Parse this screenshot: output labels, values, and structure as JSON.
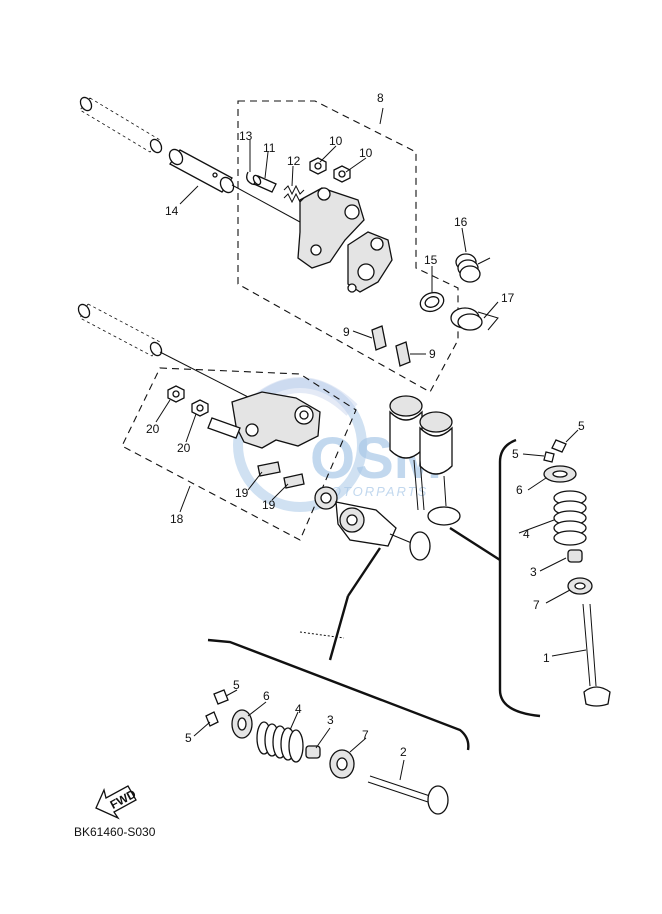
{
  "diagram": {
    "part_labels": {
      "p1": "1",
      "p2": "2",
      "p3a": "3",
      "p3b": "3",
      "p4a": "4",
      "p4b": "4",
      "p5a": "5",
      "p5b": "5",
      "p5c": "5",
      "p5d": "5",
      "p6a": "6",
      "p6b": "6",
      "p7a": "7",
      "p7b": "7",
      "p8": "8",
      "p9a": "9",
      "p9b": "9",
      "p10a": "10",
      "p10b": "10",
      "p11": "11",
      "p12": "12",
      "p13": "13",
      "p14": "14",
      "p15": "15",
      "p16": "16",
      "p17": "17",
      "p18": "18",
      "p19a": "19",
      "p19b": "19",
      "p20a": "20",
      "p20b": "20"
    },
    "fwd_label": "FWD",
    "diagram_code": "BK61460-S030"
  },
  "watermark": {
    "logo_text": "OSM",
    "sub_text": "MOTORPARTS"
  },
  "colors": {
    "line": "#111111",
    "watermark": "#a9c8e8"
  }
}
